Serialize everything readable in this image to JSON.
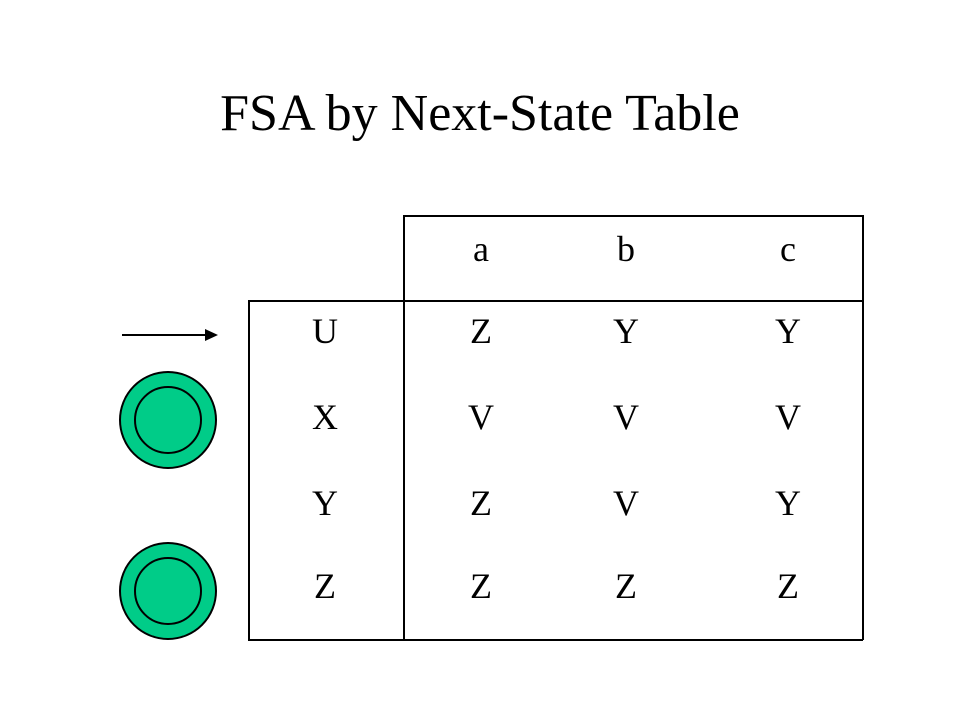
{
  "title": "FSA by Next-State Table",
  "table": {
    "columns": [
      "a",
      "b",
      "c"
    ],
    "rows": [
      {
        "state": "U",
        "next": [
          "Z",
          "Y",
          "Y"
        ],
        "start": true,
        "accepting": false
      },
      {
        "state": "X",
        "next": [
          "V",
          "V",
          "V"
        ],
        "start": false,
        "accepting": true
      },
      {
        "state": "Y",
        "next": [
          "Z",
          "V",
          "Y"
        ],
        "start": false,
        "accepting": false
      },
      {
        "state": "Z",
        "next": [
          "Z",
          "Z",
          "Z"
        ],
        "start": false,
        "accepting": true
      }
    ]
  },
  "colors": {
    "accepting_fill": "#00cc88",
    "stroke": "#000000"
  }
}
